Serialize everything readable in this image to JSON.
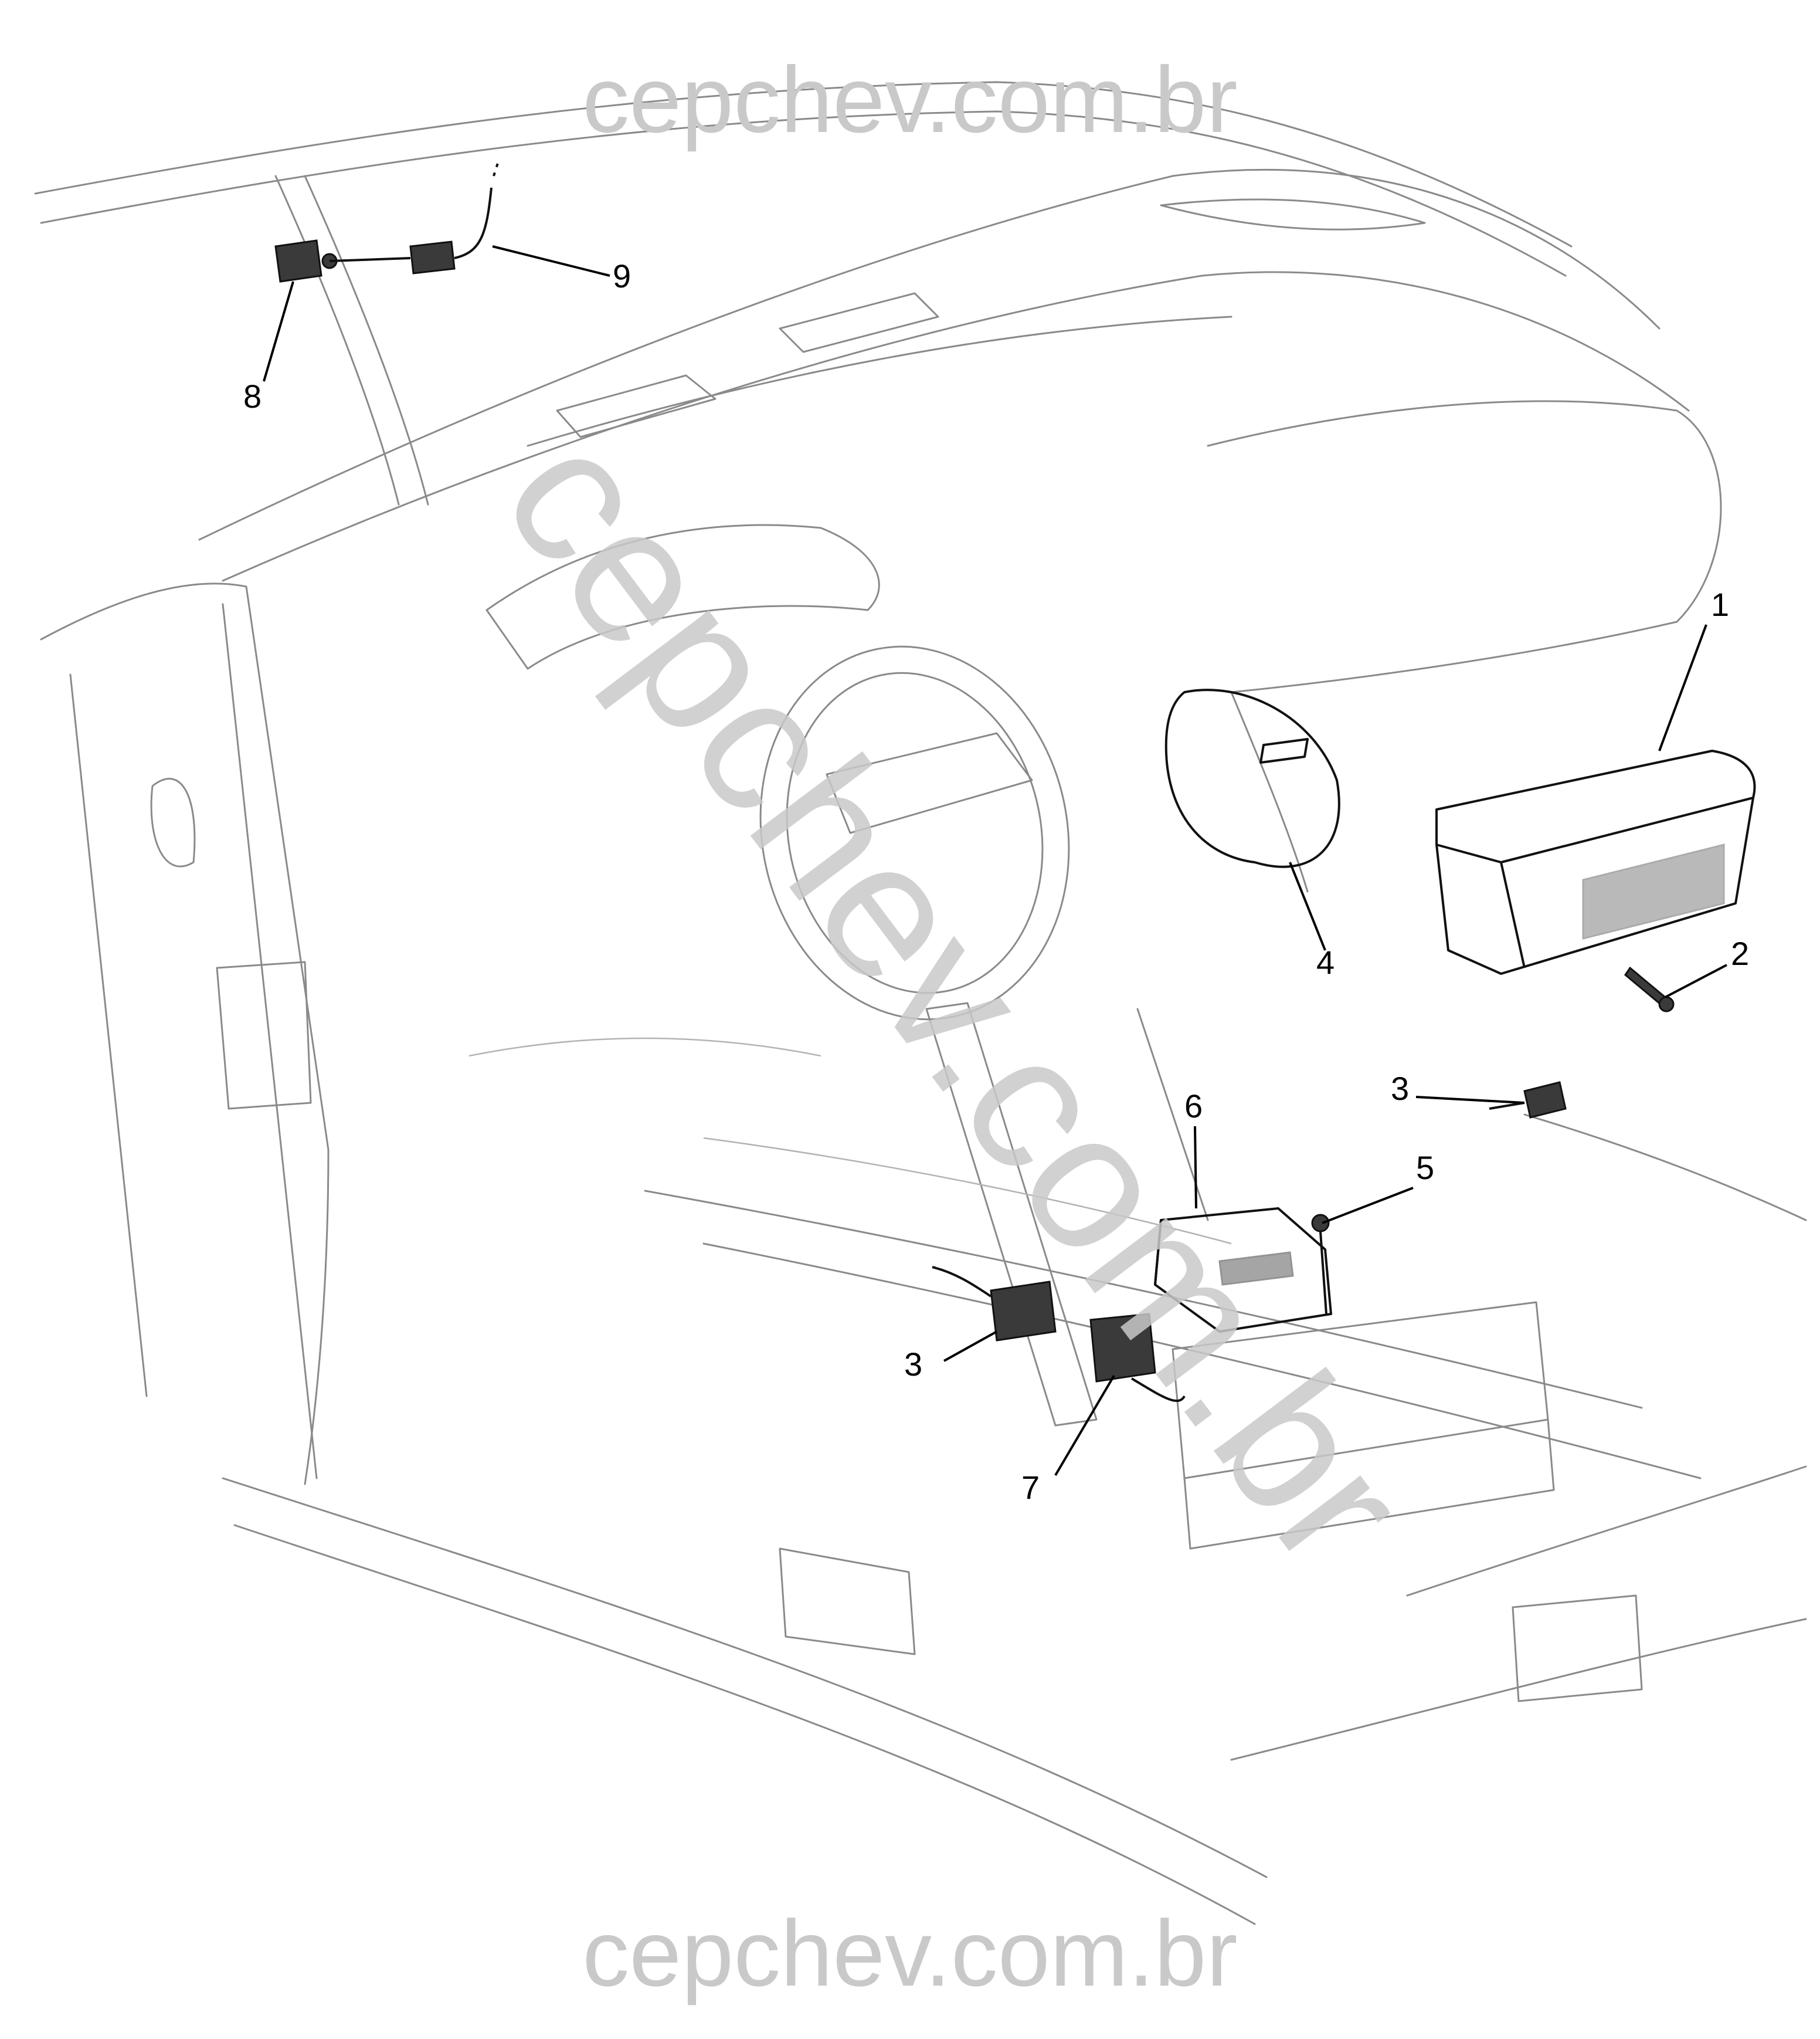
{
  "watermarks": {
    "top": "cepchev.com.br",
    "bottom": "cepchev.com.br",
    "diagonal": "cepchev.com.br"
  },
  "callouts": [
    "1",
    "2",
    "3",
    "3",
    "4",
    "5",
    "6",
    "7",
    "8",
    "9"
  ],
  "colors": {
    "line_art": "#8a8a8a",
    "part_outline": "#111111",
    "watermark": "#c9c9c9",
    "background": "#ffffff"
  }
}
